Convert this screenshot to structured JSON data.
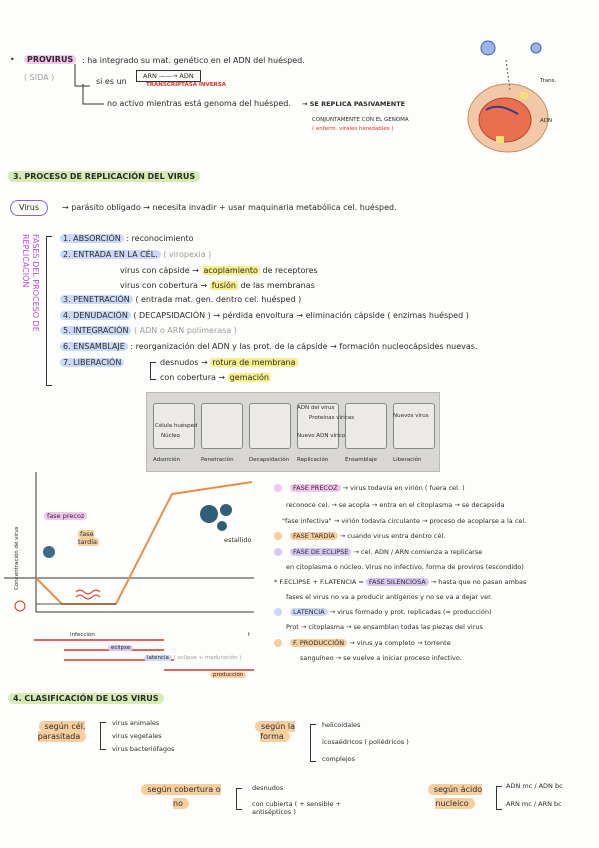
{
  "provirus": {
    "title": "PROVIRUS",
    "aside": "( SIDA )",
    "line1": ": ha integrado su mat. genético en el ADN del huésped.",
    "line2_pre": "si es un",
    "arn_box": "ARN  ——→  ADN",
    "rt_label": "TRANSCRIPTASA INVERSA",
    "line3": "no activo mientras está genoma del huésped.",
    "line3_result": "SE REPLICA PASIVAMENTE",
    "line4": "CONJUNTAMENTE CON EL GENOMA",
    "line5": "( enferm. virales heredables )"
  },
  "section3": {
    "title": "3. PROCESO DE REPLICACIÓN DEL VIRUS",
    "virus_word": "Virus",
    "virus_line": "parásito obligado → necesita invadir + usar maquinaria metabólica cel. huésped.",
    "side_label": "FASES DEL PROCESO DE REPLICACIÓN",
    "phases": [
      {
        "name": "1. ABSORCIÓN",
        "desc": ": reconocimiento"
      },
      {
        "name": "2. ENTRADA EN LA CÉL.",
        "desc": "( viropexia )"
      },
      {
        "name": "3. PENETRACIÓN",
        "desc": "( entrada mat. gen. dentro cel. huésped )"
      },
      {
        "name": "4. DENUDACIÓN",
        "desc": "( DECAPSIDACIÓN ) → pérdida envoltura → eliminación cápside ( enzimas huésped )"
      },
      {
        "name": "5. INTEGRACIÓN",
        "desc": "( ADN o ARN polimerasa )"
      },
      {
        "name": "6. ENSAMBLAJE",
        "desc": ": reorganización del ADN y las prot. de la cápside → formación nucleocápsides nuevas."
      },
      {
        "name": "7. LIBERACIÓN",
        "desc": ""
      }
    ],
    "entrada_sub": [
      {
        "pre": "virus con cápside →",
        "hl": "acoplamiento",
        "post": "de receptores"
      },
      {
        "pre": "virus con cobertura →",
        "hl": "fusión",
        "post": "de las membranas"
      }
    ],
    "liberacion_sub": [
      {
        "pre": "desnudos →",
        "hl": "rotura de membrana"
      },
      {
        "pre": "con cobertura →",
        "hl": "gemación"
      }
    ]
  },
  "photo": {
    "labels": [
      "Adsorción",
      "Penetración",
      "Decapsidación",
      "Replicación",
      "Ensamblaje",
      "Liberación"
    ],
    "inner": [
      "Célula huésped",
      "Núcleo",
      "ADN del virus",
      "Proteínas víricas",
      "Nuevo ADN vírico",
      "Nuevos virus"
    ]
  },
  "graph": {
    "ylabel": "Concentración de virus",
    "fase_precoz": "fase precoz",
    "fase_tardia": "fase tardía",
    "estallido": "estallido",
    "t_axis": "t",
    "infeccion": "infección",
    "eclipse": "eclipse",
    "latencia": "latencia",
    "latencia_note": "( eclipse + maduración )",
    "produccion": "producción"
  },
  "phases_right": [
    {
      "name": "FASE PRECOZ",
      "text": "→ virus todavía en virión ( fuera cel. )"
    },
    {
      "name": "",
      "text": "reconoce cel. → se acopla → entra en el citoplasma → se decapsida"
    },
    {
      "name": "",
      "text": "\"fase infectiva\" → virión todavía circulante → proceso de acoplarse a la cel."
    },
    {
      "name": "FASE TARDÍA",
      "text": "→ cuando virus entra dentro cél."
    },
    {
      "name": "FASE DE ECLIPSE",
      "text": "→ cel. ADN / ARN comienza a replicarse"
    },
    {
      "name": "",
      "text": "en citoplasma o núcleo. Virus no infectivo, forma de proviros (escondido)"
    },
    {
      "name": "FASE SILENCIOSA",
      "pre": "* F.ECLIPSE + F.LATENCIA =",
      "text": "→ hasta que no pasan ambas"
    },
    {
      "name": "",
      "text": "fases el virus no va a producir antígenos y no se va a dejar ver."
    },
    {
      "name": "LATENCIA",
      "text": "→ virus formado y prot. replicadas (= producción)"
    },
    {
      "name": "",
      "text": "Prot → citoplasma → se ensamblan todas las piezas del virus"
    },
    {
      "name": "F. PRODUCCIÓN",
      "text": "→ virus ya completo → torrente"
    },
    {
      "name": "",
      "text": "sanguíneo → se vuelve a iniciar proceso infectivo."
    }
  ],
  "section4": {
    "title": "4. CLASIFICACIÓN DE LOS VIRUS",
    "groups": [
      {
        "label": "según cél. parasitada",
        "items": [
          "virus animales",
          "virus vegetales",
          "virus bacteriófagos"
        ]
      },
      {
        "label": "según la forma",
        "items": [
          "helicoidales",
          "icosaédricos ( poliédricos )",
          "complejos"
        ]
      },
      {
        "label": "según cobertura o no",
        "items": [
          "desnudos",
          "con cubierta ( + sensible + antisépticos )"
        ]
      },
      {
        "label": "según ácido nucleico",
        "items": [
          "ADN mc / ADN bc",
          "ARN mc / ARN bc"
        ]
      }
    ]
  },
  "colors": {
    "pink": "#f3c4ee",
    "blue": "#c9d9f7",
    "green": "#d6ebb4",
    "orange": "#f7cf9f",
    "yellow": "#f6ef8a",
    "red": "#d9312a",
    "curve": "#e79045"
  }
}
